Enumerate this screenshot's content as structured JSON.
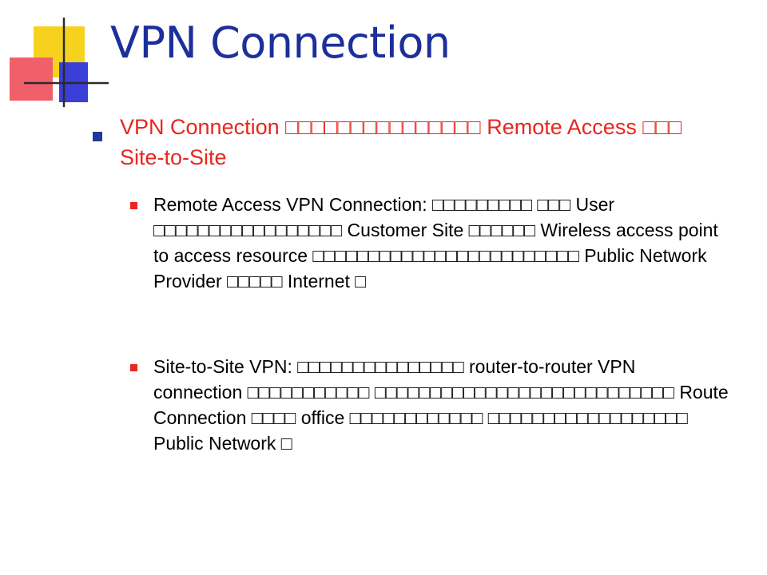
{
  "slide": {
    "title": "VPN Connection",
    "main_bullet": {
      "text": "VPN Connection □□□□□□□□□□□□□□□ Remote Access □□□ Site-to-Site"
    },
    "sub_bullets": [
      {
        "text": "Remote Access VPN Connection: □□□□□□□□□ □□□ User □□□□□□□□□□□□□□□□□ Customer Site □□□□□□ Wireless access point to access resource □□□□□□□□□□□□□□□□□□□□□□□□ Public Network Provider □□□□□ Internet □"
      },
      {
        "text": "Site-to-Site VPN: □□□□□□□□□□□□□□□ router-to-router VPN connection □□□□□□□□□□□ □□□□□□□□□□□□□□□□□□□□□□□□□□□ Route Connection □□□□ office □□□□□□□□□□□□ □□□□□□□□□□□□□□□□□□ Public Network □"
      }
    ]
  },
  "colors": {
    "title": "#1c2f9a",
    "main_bullet_text": "#e8261f",
    "sub_bullet_text": "#000000",
    "main_bullet_marker": "#1f3a9e",
    "sub_bullet_marker": "#e8261f",
    "deco_yellow": "#f6d21e",
    "deco_red": "#f0606a",
    "deco_blue": "#3a3fd8"
  }
}
